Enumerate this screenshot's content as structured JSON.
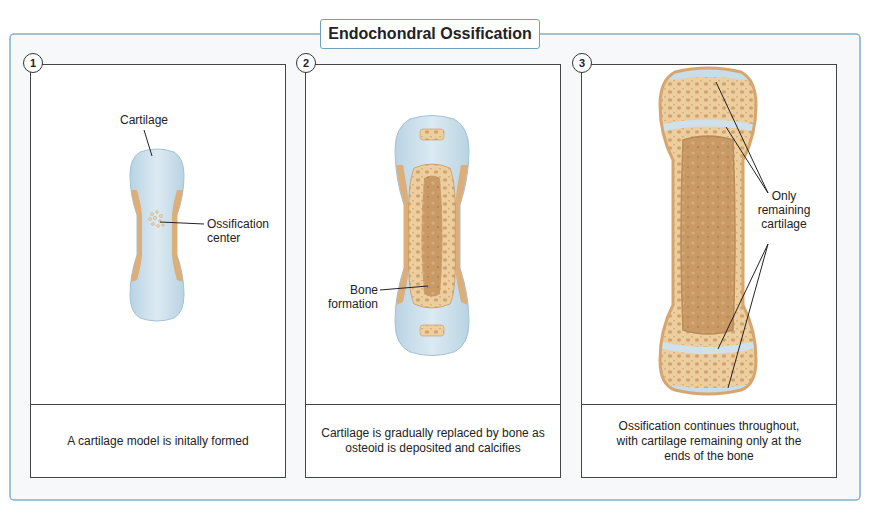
{
  "diagram": {
    "title": "Endochondral Ossification",
    "nodes": [
      {
        "text": [
          "1"
        ]
      },
      {
        "text": [
          "A cartilage model is initally formed"
        ]
      },
      {
        "text": [
          "2"
        ]
      },
      {
        "text": [
          "Cartilage is gradually replaced by bone as osteoid is deposited and calcifies"
        ]
      },
      {
        "text": [
          "3"
        ]
      },
      {
        "text": [
          "Ossification continues throughout, with cartilage remaining only at the ends of the bone"
        ]
      }
    ],
    "labels": [
      "Cartilage",
      "Ossification center",
      "Bone formation",
      "Only remaining cartilage"
    ]
  }
}
